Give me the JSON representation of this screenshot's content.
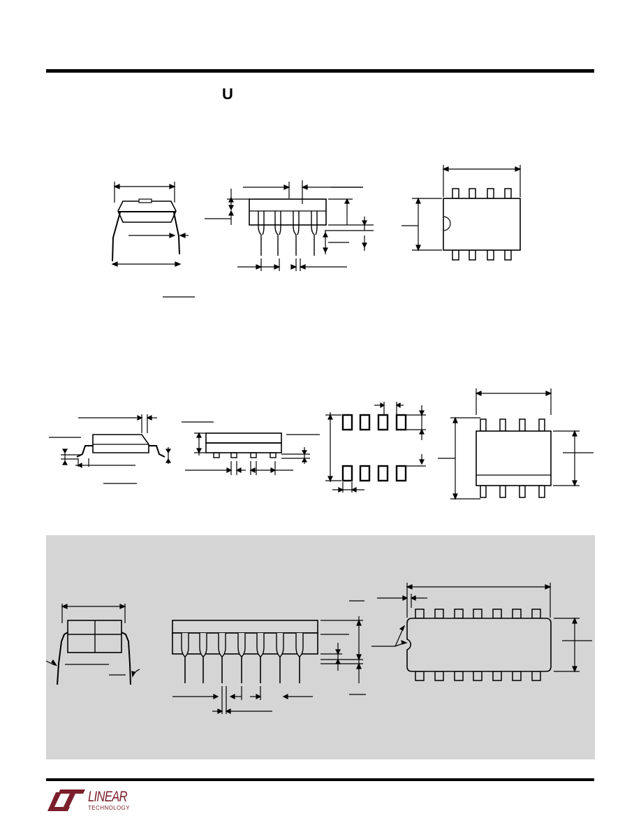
{
  "page": {
    "section_heading": "U",
    "brand": {
      "logo_line1": "LINEAR",
      "logo_line2": "TECHNOLOGY",
      "logo_color": "#7a1f2b"
    },
    "panel_color": "#d5d5d5"
  },
  "figures": [
    {
      "id": "fig-n8-end",
      "name": "8-lead PDIP end view",
      "icon": "package-end-view"
    },
    {
      "id": "fig-n8-side",
      "name": "8-lead PDIP side view",
      "icon": "package-side-view"
    },
    {
      "id": "fig-n8-top",
      "name": "8-lead PDIP top view",
      "icon": "package-top-view"
    },
    {
      "id": "fig-so8-side",
      "name": "8-lead SO side view",
      "icon": "package-side-view"
    },
    {
      "id": "fig-so8-front",
      "name": "8-lead SO front view",
      "icon": "package-side-view"
    },
    {
      "id": "fig-so8-footprint",
      "name": "8-lead SO pad footprint",
      "icon": "footprint"
    },
    {
      "id": "fig-so8-top",
      "name": "8-lead SO top view",
      "icon": "package-top-view"
    },
    {
      "id": "fig-j14-end",
      "name": "14-lead CERDIP end view",
      "icon": "package-end-view"
    },
    {
      "id": "fig-j14-side",
      "name": "14-lead CERDIP side view",
      "icon": "package-side-view"
    },
    {
      "id": "fig-j14-top",
      "name": "14-lead CERDIP top view",
      "icon": "package-top-view"
    }
  ]
}
